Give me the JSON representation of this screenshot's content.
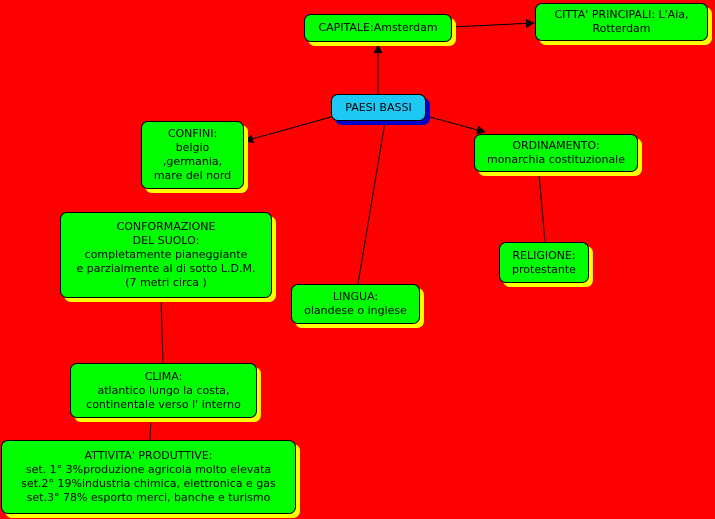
{
  "colors": {
    "background": "#ff0000",
    "node_fill": "#00ff00",
    "node_shadow": "#ffff00",
    "root_fill": "#1ec8f5",
    "root_shadow": "#0000c8",
    "link": "#000000"
  },
  "nodes": {
    "root": {
      "lines": [
        "PAESI BASSI"
      ]
    },
    "capitale": {
      "lines": [
        "CAPITALE:Amsterdam"
      ]
    },
    "citta": {
      "lines": [
        "CITTA' PRINCIPALI: L'Aia,",
        "Rotterdam"
      ]
    },
    "confini": {
      "lines": [
        "CONFINI:",
        "belgio",
        ",germania,",
        "mare del nord"
      ]
    },
    "ordinamento": {
      "lines": [
        "ORDINAMENTO:",
        "monarchia costituzionale"
      ]
    },
    "conformazione": {
      "lines": [
        "CONFORMAZIONE",
        "DEL SUOLO:",
        "completamente pianeggiante",
        "e parzialmente al di sotto L.D.M.",
        "(7 metri circa )"
      ]
    },
    "religione": {
      "lines": [
        "RELIGIONE:",
        "protestante"
      ]
    },
    "lingua": {
      "lines": [
        "LINGUA:",
        "olandese o inglese"
      ]
    },
    "clima": {
      "lines": [
        "CLIMA:",
        "atlantico lungo la costa,",
        "continentale verso l' interno"
      ]
    },
    "attivita": {
      "lines": [
        "ATTIVITA' PRODUTTIVE:",
        "set. 1° 3%produzione agricola molto elevata",
        "set.2° 19%industria chimica, elettronica e gas",
        "set.3° 78% esporto merci, banche e turismo"
      ]
    }
  }
}
